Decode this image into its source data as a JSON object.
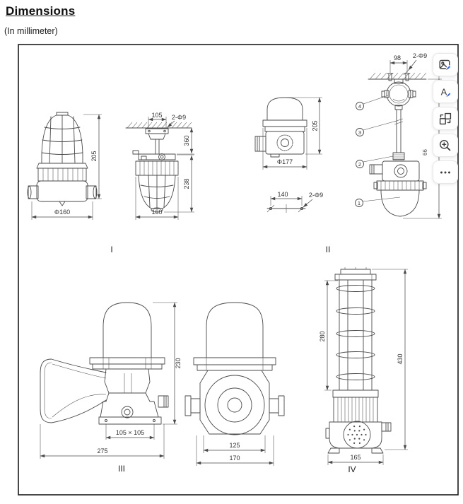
{
  "page": {
    "title": "Dimensions",
    "subtitle": "(In millimeter)"
  },
  "figures": {
    "fig1": {
      "label": "I",
      "fixed": {
        "height": "205",
        "diameter": "Φ160"
      },
      "pendant": {
        "plate_width": "105",
        "holes": "2-Φ9",
        "drop_height": "360",
        "lamp_height": "238",
        "width": "160"
      }
    },
    "fig2": {
      "label": "II",
      "beacon": {
        "height": "205",
        "diameter": "Φ177",
        "hole_spacing": "140",
        "holes": "2-Φ9"
      },
      "assembly": {
        "hole_spacing": "98",
        "holes": "2-Φ9",
        "partial_height": "66",
        "callouts": [
          "1",
          "2",
          "3",
          "4"
        ]
      }
    },
    "fig3": {
      "label": "III",
      "side": {
        "height": "230",
        "bolt_pattern": "105 × 105",
        "width": "275"
      },
      "front": {
        "inner_width": "125",
        "outer_width": "170"
      }
    },
    "fig4": {
      "label": "IV",
      "cage_height": "280",
      "total_height": "430",
      "base_width": "165"
    }
  },
  "toolbar": {
    "edit_text_glyph": "A",
    "items": [
      {
        "name": "edit-image"
      },
      {
        "name": "edit-text"
      },
      {
        "name": "replace"
      },
      {
        "name": "zoom-in"
      },
      {
        "name": "more"
      }
    ]
  }
}
